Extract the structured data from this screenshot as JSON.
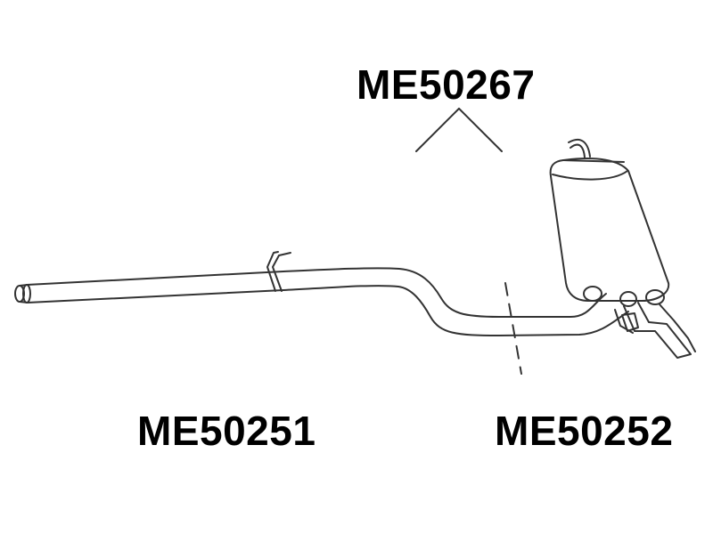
{
  "labels": {
    "top_part": "ME50267",
    "left_part": "ME50251",
    "right_part": "ME50252"
  },
  "colors": {
    "line": "#333333",
    "text": "#000000",
    "background": "#ffffff"
  }
}
